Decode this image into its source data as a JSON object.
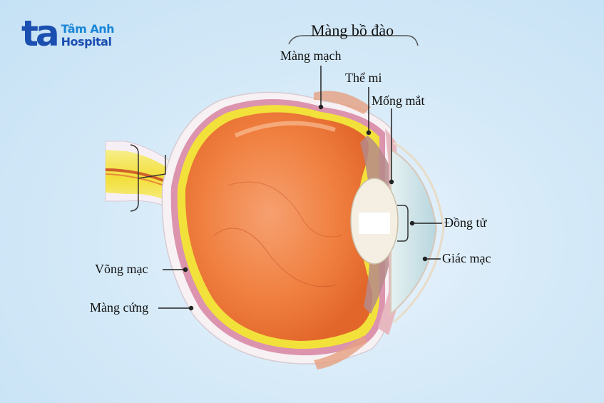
{
  "logo": {
    "mark": "ta",
    "line1": "Tâm Anh",
    "line2": "Hospital",
    "colors": {
      "mark": "#1b4fb0",
      "line1": "#1a86d6",
      "line2": "#1b4fb0"
    }
  },
  "diagram": {
    "subject": "Cross-section of the human eye",
    "group_label": "Màng bồ đào",
    "labels": {
      "choroid": "Màng mạch",
      "ciliary_body": "Thể mi",
      "iris": "Mống mắt",
      "pupil": "Đồng tử",
      "cornea": "Giác mạc",
      "retina": "Võng mạc",
      "sclera": "Màng cứng"
    },
    "colors": {
      "background": "#d6eaf8",
      "vitreous": "#f0803a",
      "retina": "#f3e23a",
      "choroid": "#d98aa6",
      "sclera": "#f6eef2",
      "optic_nerve": "#f2e24a",
      "lens": "#f4efe2",
      "cornea": "#c9e3e8"
    }
  }
}
